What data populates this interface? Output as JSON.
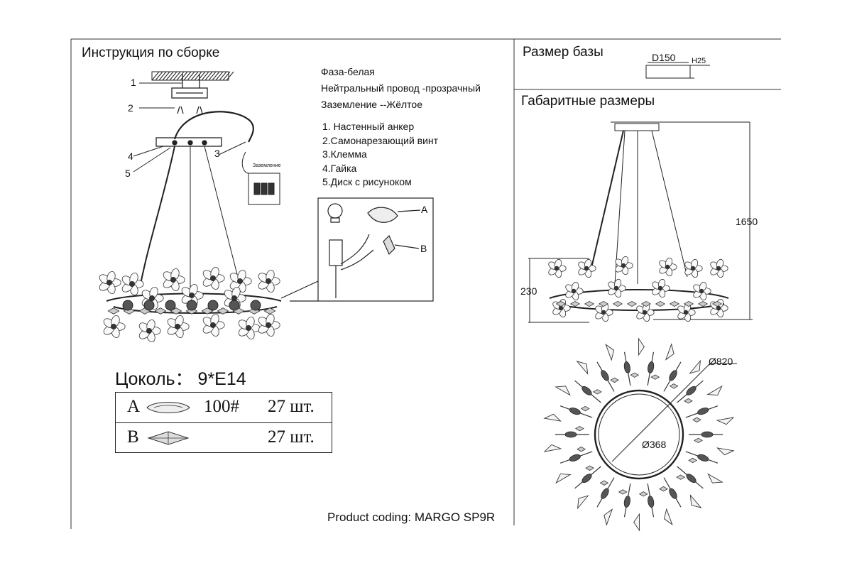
{
  "left": {
    "title": "Инструкция по сборке",
    "wiring": {
      "phase": "Фаза-белая",
      "neutral": "Нейтральный провод -прозрачный",
      "ground": "Заземление --Жёлтое"
    },
    "parts": [
      "1. Настенный анкер",
      "2.Самонарезающий винт",
      "3.Клемма",
      "4.Гайка",
      "5.Диск с рисуноком"
    ],
    "callouts": [
      "1",
      "2",
      "3",
      "4",
      "5"
    ],
    "terminal_label": "Заземление",
    "detail_labels": [
      "A",
      "B"
    ],
    "base_label": "Цоколь：",
    "base_value": "9*E14",
    "table": [
      {
        "letter": "A",
        "code": "100#",
        "qty": "27 шт."
      },
      {
        "letter": "B",
        "code": "",
        "qty": "27 шт."
      }
    ]
  },
  "right": {
    "base_title": "Размер базы",
    "base_d": "D150",
    "base_h": "H25",
    "dims_title": "Габаритные размеры",
    "height": "1650",
    "depth": "230",
    "outer_d": "Ø820",
    "inner_d": "Ø368"
  },
  "footer": "Product coding: MARGO SP9R"
}
